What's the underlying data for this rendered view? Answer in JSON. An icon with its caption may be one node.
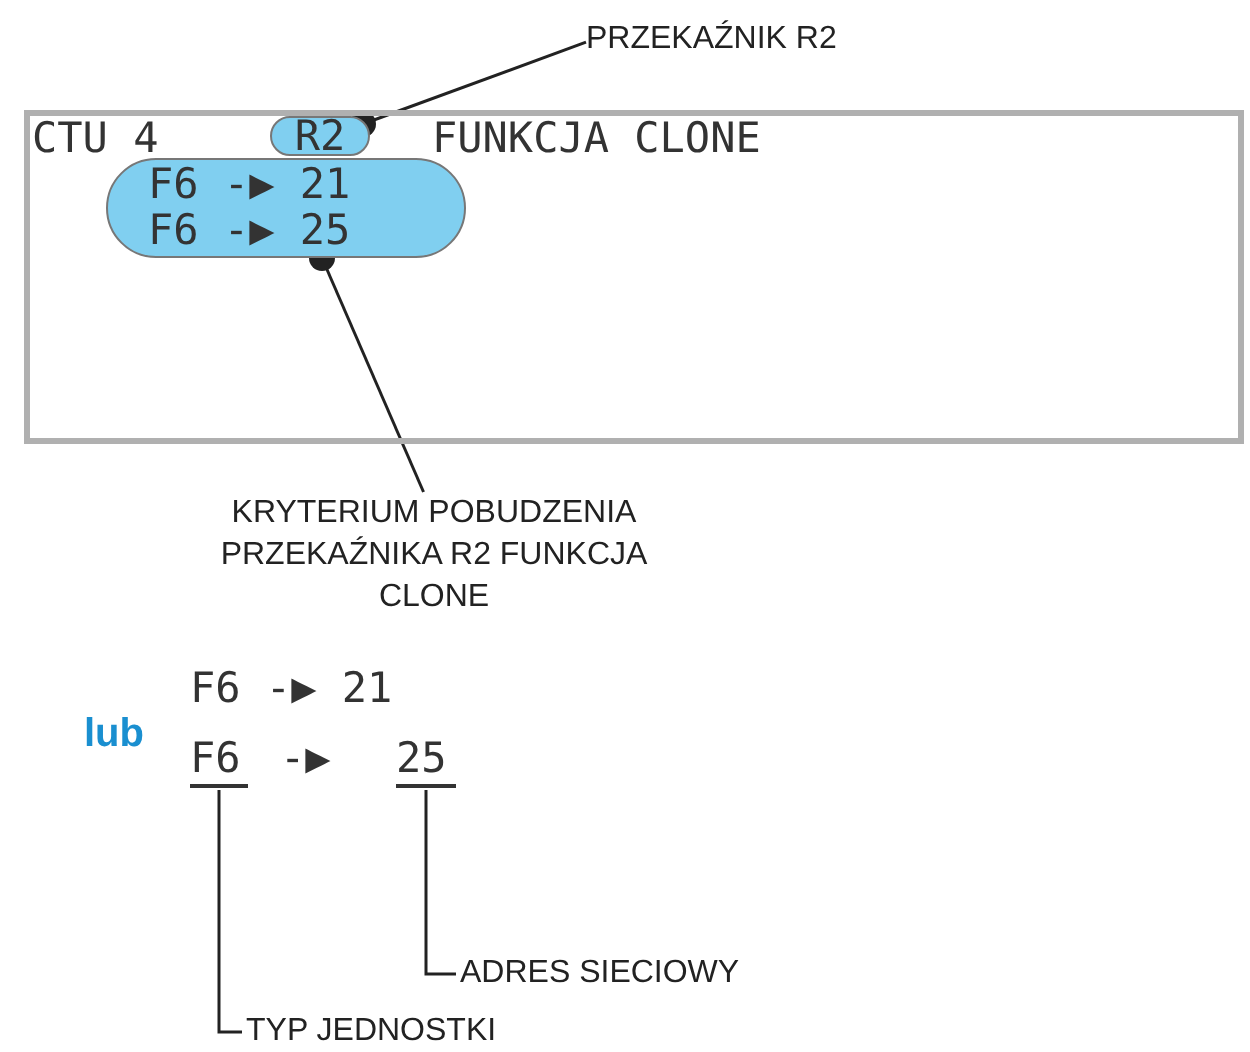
{
  "diagram": {
    "nodes": [
      {
        "text": [
          "CTU 4",
          "FUNKCJA CLONE"
        ]
      },
      {
        "text": [
          "R2"
        ],
        "in": 0
      },
      {
        "text": [
          "F6 -▶ 21",
          "F6 -▶ 25"
        ],
        "in": 0
      },
      {
        "text": [
          "PRZEKAŹNIK R2"
        ]
      },
      {
        "text": [
          "KRYTERIUM POBUDZENIA PRZEKAŹNIKA R2 FUNKCJA CLONE"
        ]
      },
      {
        "text": [
          "F6"
        ]
      },
      {
        "text": [
          "25"
        ]
      },
      {
        "text": [
          "ADRES SIECIOWY"
        ]
      },
      {
        "text": [
          "TYP JEDNOSTKI"
        ]
      }
    ],
    "edges": [
      {
        "from": 3,
        "to": 1,
        "arrow": "other"
      },
      {
        "from": 4,
        "to": 2,
        "arrow": "other"
      },
      {
        "from": 7,
        "to": 6,
        "arrow": "none"
      },
      {
        "from": 8,
        "to": 5,
        "arrow": "none"
      }
    ],
    "labels": [
      "F6 -▶ 21",
      "lub",
      "-▶"
    ]
  }
}
